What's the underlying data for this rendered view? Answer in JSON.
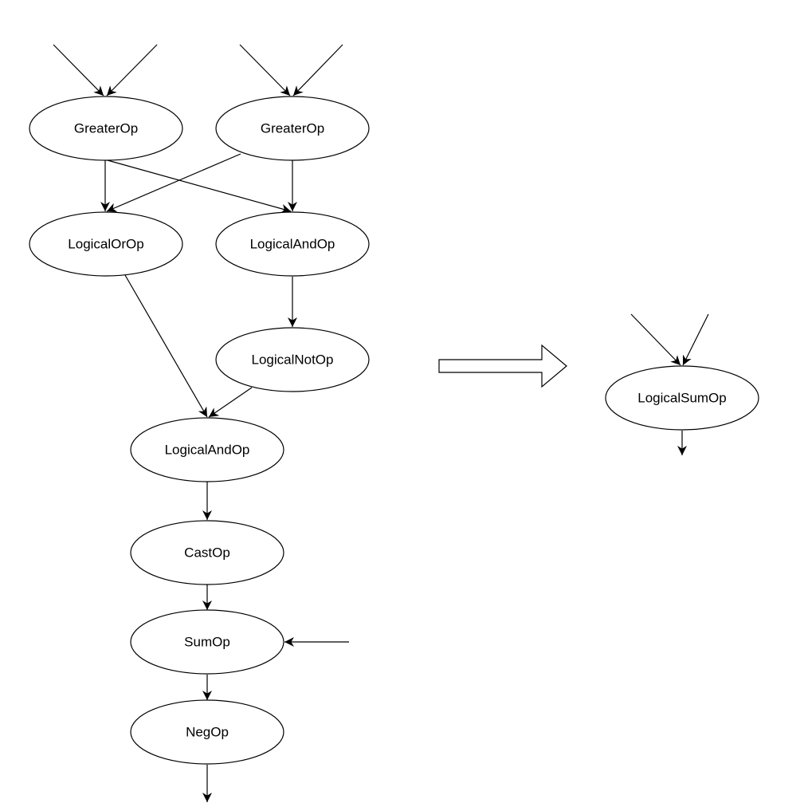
{
  "nodes": {
    "greater_1": "GreaterOp",
    "greater_2": "GreaterOp",
    "logical_or": "LogicalOrOp",
    "logical_and_1": "LogicalAndOp",
    "logical_not": "LogicalNotOp",
    "logical_and_2": "LogicalAndOp",
    "cast": "CastOp",
    "sum": "SumOp",
    "neg": "NegOp",
    "logical_sum": "LogicalSumOp"
  },
  "colors": {
    "stroke": "#000000",
    "fill": "#ffffff"
  }
}
